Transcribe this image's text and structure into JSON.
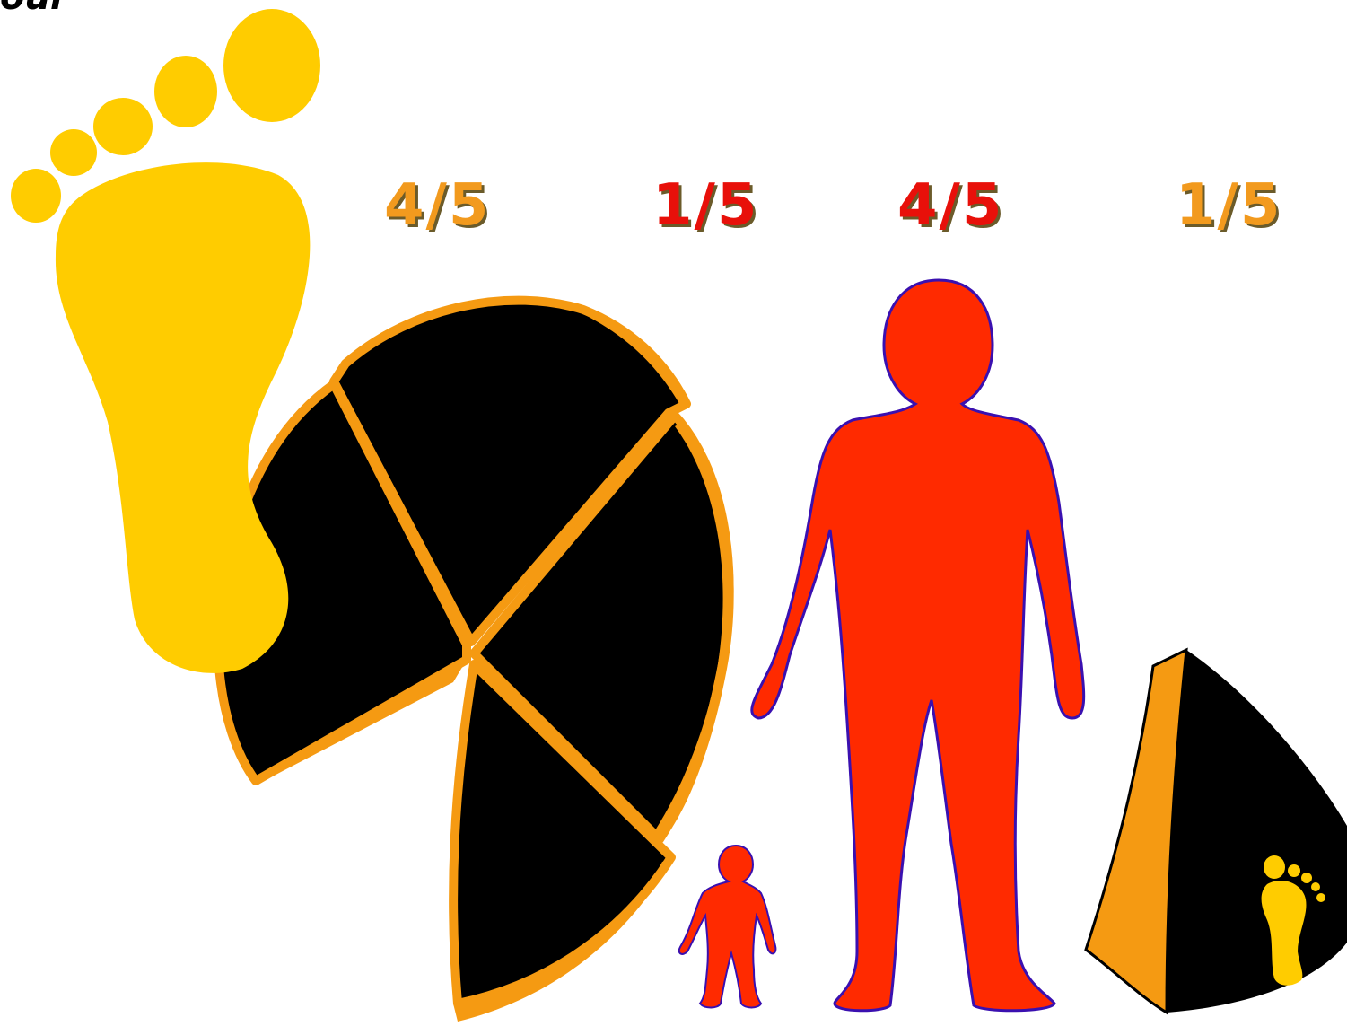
{
  "corner_text": "our",
  "fractions": [
    {
      "text": "4/5",
      "color": "#f29a1e"
    },
    {
      "text": "1/5",
      "color": "#e8100a"
    },
    {
      "text": "4/5",
      "color": "#e8100a"
    },
    {
      "text": "1/5",
      "color": "#f29a1e"
    }
  ],
  "colors": {
    "foot": "#ffcc00",
    "person": "#ff2a00",
    "person_outline": "#3a10b0",
    "pie_fill": "#000000",
    "pie_edge": "#f59a12"
  },
  "figures": {
    "large_foot": "footprint-icon",
    "small_foot": "footprint-icon",
    "large_person": "person-icon",
    "small_person": "person-icon",
    "pie_four_fifths": "pie-pieces",
    "pie_one_fifth": "pie-slice"
  }
}
